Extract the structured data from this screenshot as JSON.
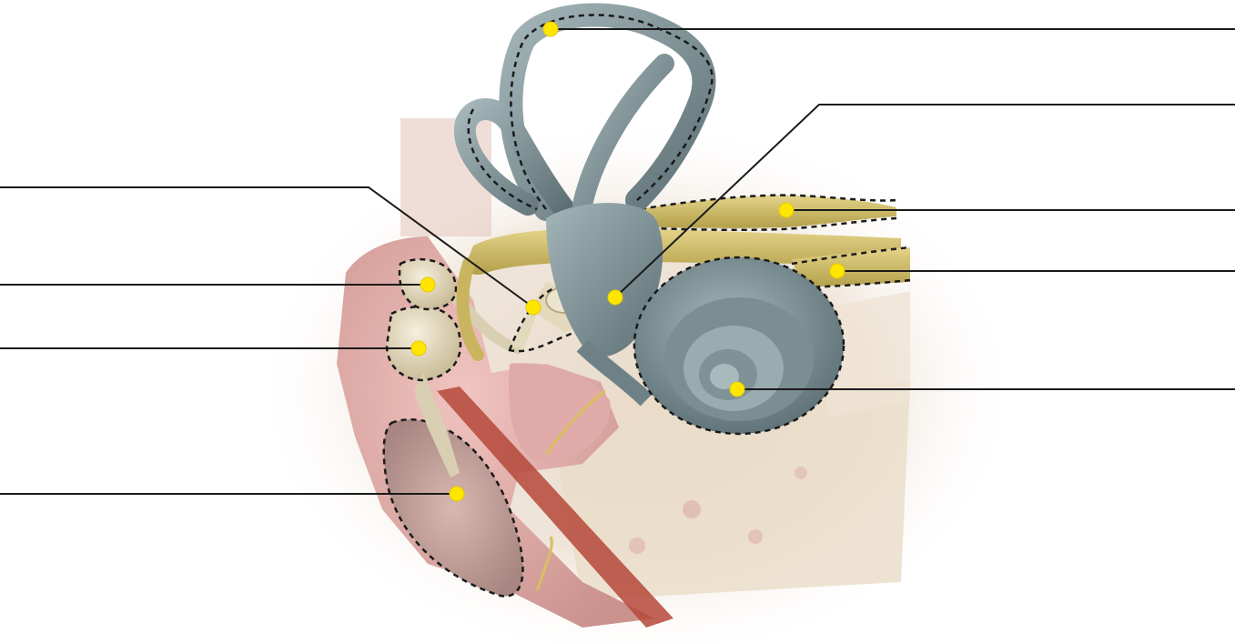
{
  "diagram": {
    "type": "anatomy-label-diagram",
    "subject": "inner ear",
    "labels": [
      {
        "id": "semicircular-canals",
        "side": "right",
        "text": ""
      },
      {
        "id": "vestibule",
        "side": "right",
        "text": ""
      },
      {
        "id": "vestibular-nerve",
        "side": "right",
        "text": ""
      },
      {
        "id": "cochlear-nerve",
        "side": "right",
        "text": ""
      },
      {
        "id": "cochlea",
        "side": "right",
        "text": ""
      },
      {
        "id": "stapes",
        "side": "left",
        "text": ""
      },
      {
        "id": "incus",
        "side": "left",
        "text": ""
      },
      {
        "id": "malleus",
        "side": "left",
        "text": ""
      },
      {
        "id": "tympanic-membrane",
        "side": "left",
        "text": ""
      }
    ],
    "colors": {
      "marker": "#ffe600",
      "leader_line": "#1a1a1a",
      "outline": "#1a1a1a",
      "labyrinth": "#7e9398",
      "nerve": "#c9b560",
      "bone": "#d9cfb2",
      "tissue": "#d9a3a3",
      "eardrum": "#c9a8a2",
      "muscle": "#b5483a"
    }
  }
}
